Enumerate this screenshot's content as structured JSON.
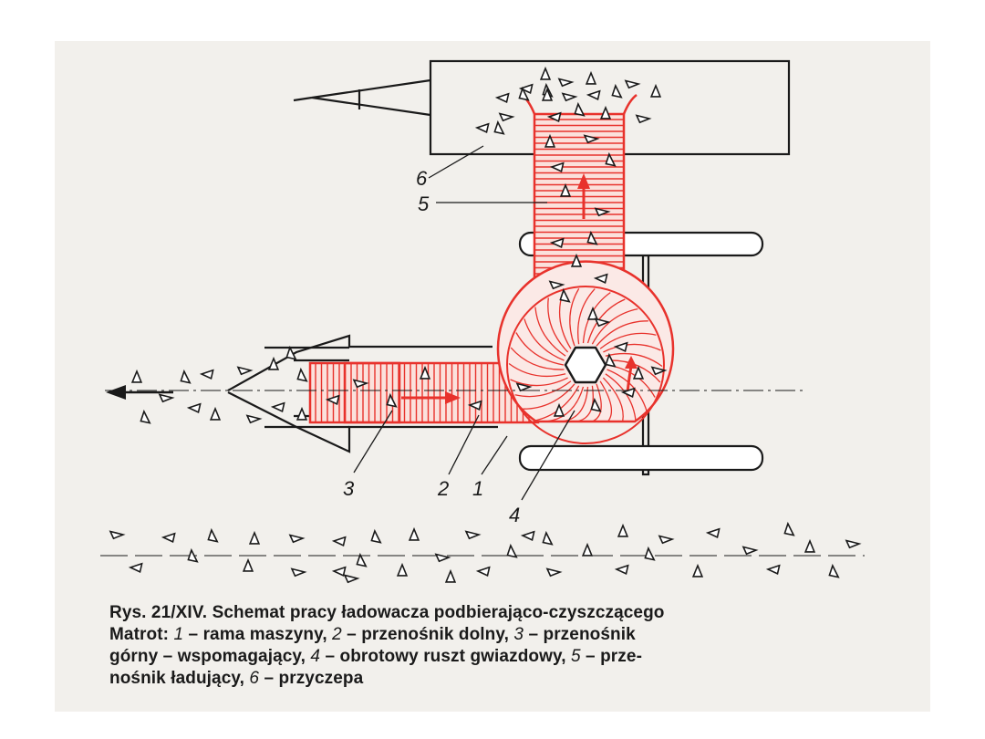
{
  "labels": {
    "n1": "1",
    "n2": "2",
    "n3": "3",
    "n4": "4",
    "n5": "5",
    "n6": "6"
  },
  "caption": {
    "line1": "Rys. 21/XIV. Schemat pracy ładowacza podbierająco-czyszczącego",
    "line2_a": "Matrot: ",
    "line2_n1": "1",
    "line2_b": " – rama maszyny, ",
    "line2_n2": "2",
    "line2_c": " – przenośnik dolny, ",
    "line2_n3": "3",
    "line2_d": " – przenośnik",
    "line3_a": "górny – wspomagający, ",
    "line3_n4": "4",
    "line3_b": " – obrotowy ruszt gwiazdowy, ",
    "line3_n5": "5",
    "line3_c": " – prze-",
    "line4_a": "nośnik ładujący, ",
    "line4_n6": "6",
    "line4_b": " – przyczepa"
  },
  "colors": {
    "ink": "#1a1a1a",
    "conveyor_red": "#e8322c",
    "paper": "#f2f0ec"
  }
}
